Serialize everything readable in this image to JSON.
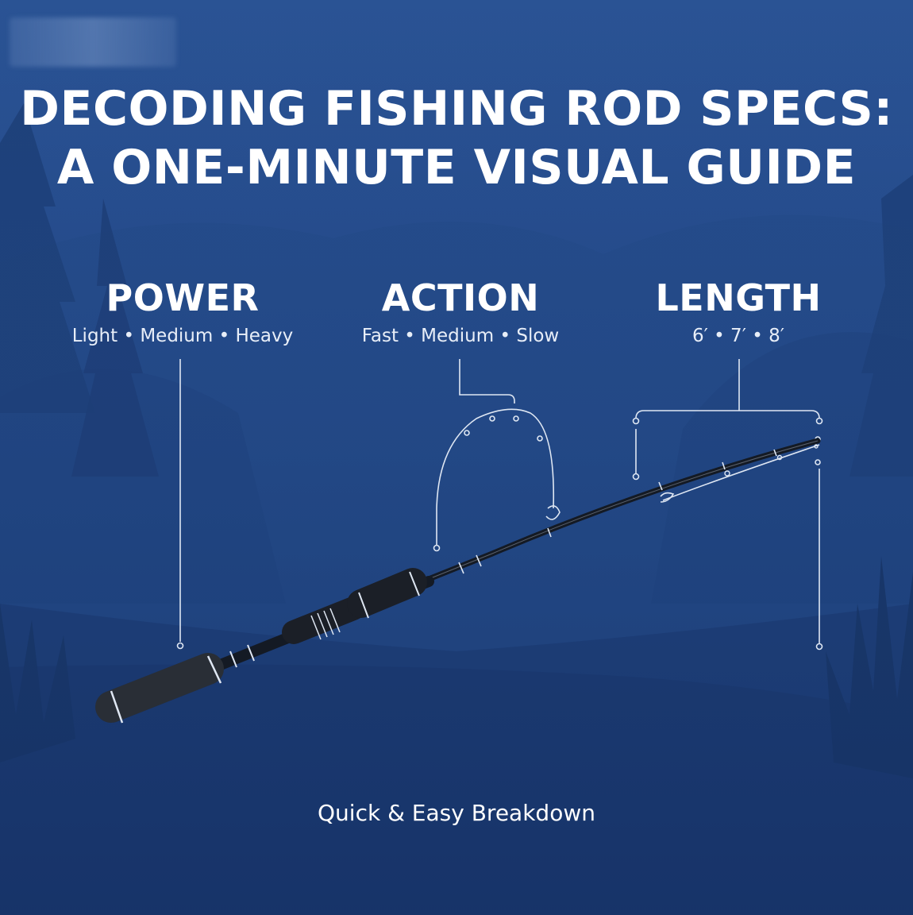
{
  "title": {
    "line1": "DECODING FISHING ROD SPECS:",
    "line2": "A ONE-MINUTE VISUAL GUIDE"
  },
  "specs": {
    "power": {
      "heading": "POWER",
      "options": "Light • Medium • Heavy"
    },
    "action": {
      "heading": "ACTION",
      "options": "Fast • Medium • Slow"
    },
    "length": {
      "heading": "LENGTH",
      "options": "6′ • 7′ • 8′"
    }
  },
  "tagline": "Quick & Easy Breakdown",
  "colors": {
    "background": "#24498a",
    "text": "#ffffff",
    "rod": "#141a24",
    "line": "#dfe7f3"
  }
}
